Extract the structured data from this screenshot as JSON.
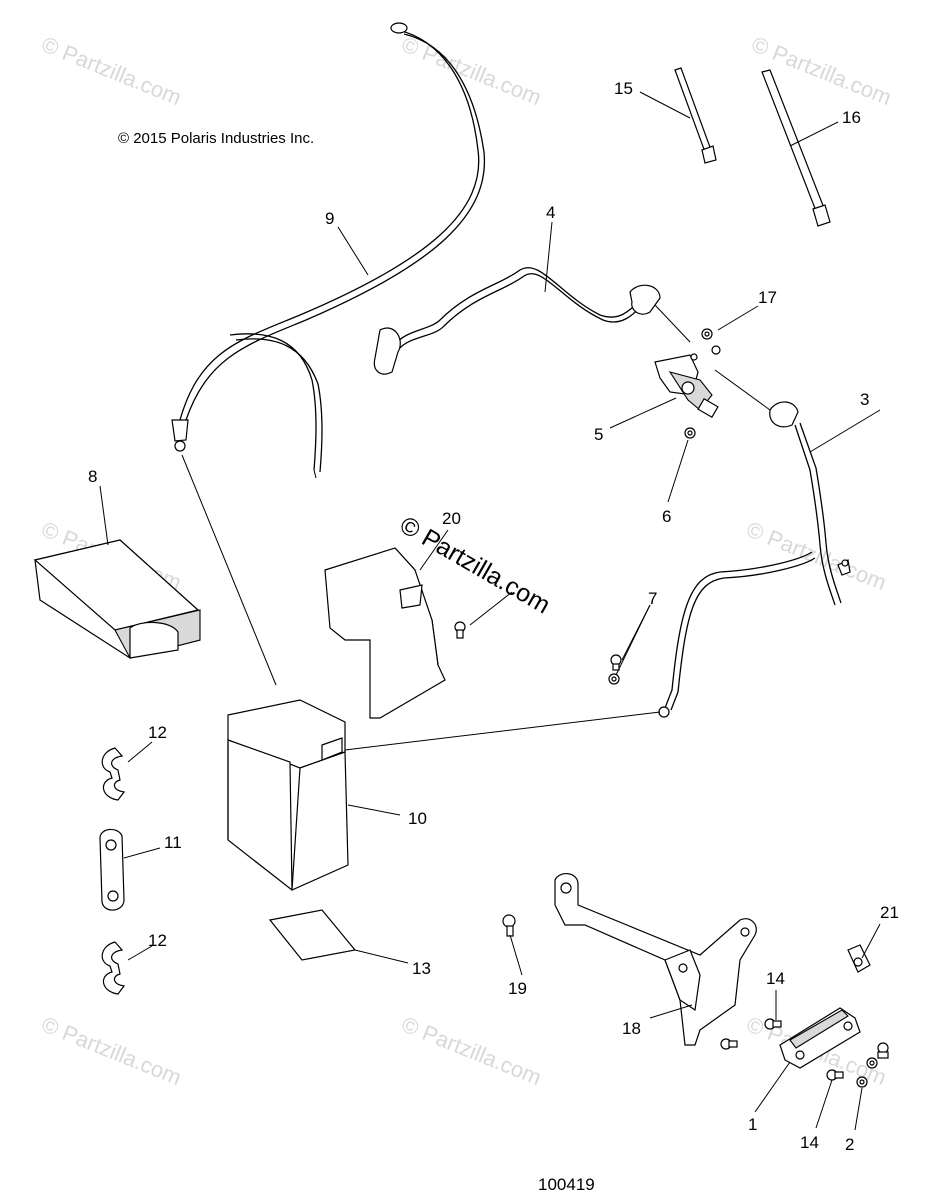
{
  "copyright": "© 2015 Polaris Industries Inc.",
  "drawing_number": "100419",
  "watermark": "© Partzilla.com",
  "callouts": [
    {
      "id": "c1",
      "label": "1"
    },
    {
      "id": "c2",
      "label": "2"
    },
    {
      "id": "c3",
      "label": "3"
    },
    {
      "id": "c4",
      "label": "4"
    },
    {
      "id": "c5",
      "label": "5"
    },
    {
      "id": "c6",
      "label": "6"
    },
    {
      "id": "c7",
      "label": "7"
    },
    {
      "id": "c8",
      "label": "8"
    },
    {
      "id": "c9",
      "label": "9"
    },
    {
      "id": "c10",
      "label": "10"
    },
    {
      "id": "c11",
      "label": "11"
    },
    {
      "id": "c12a",
      "label": "12"
    },
    {
      "id": "c12b",
      "label": "12"
    },
    {
      "id": "c13",
      "label": "13"
    },
    {
      "id": "c14a",
      "label": "14"
    },
    {
      "id": "c14b",
      "label": "14"
    },
    {
      "id": "c15",
      "label": "15"
    },
    {
      "id": "c16",
      "label": "16"
    },
    {
      "id": "c17",
      "label": "17"
    },
    {
      "id": "c18",
      "label": "18"
    },
    {
      "id": "c19",
      "label": "19"
    },
    {
      "id": "c20",
      "label": "20"
    },
    {
      "id": "c21",
      "label": "21"
    }
  ]
}
